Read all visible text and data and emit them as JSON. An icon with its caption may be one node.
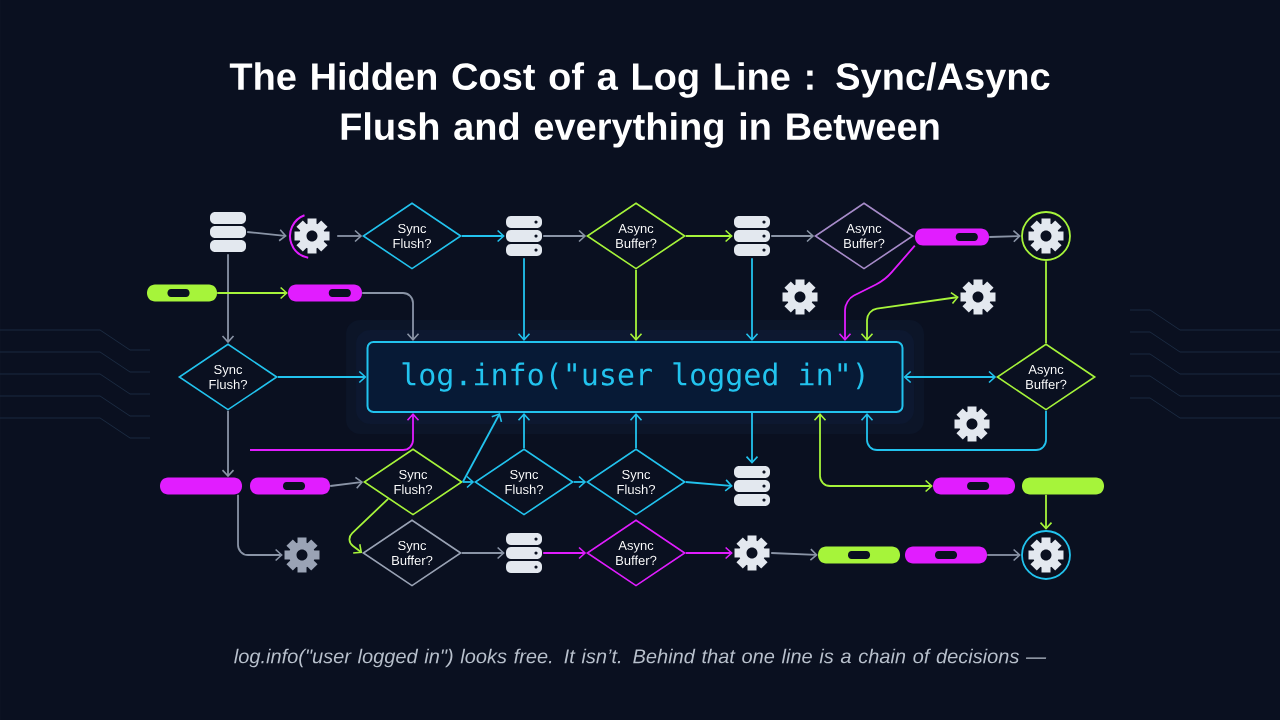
{
  "diagram": {
    "title": "The Hidden Cost of a Log Line : Sync/Async Flush and everything in Between",
    "caption": "log.info(\"user logged in\") looks free. It isn’t. Behind that one line is a chain of decisions —",
    "nodes": [
      {
        "text": [
          "log.info(\"user logged in\")"
        ]
      },
      {
        "text": [],
        "shape": "cylinder"
      },
      {
        "text": [],
        "shape": "gear"
      },
      {
        "text": [
          "Sync Flush?"
        ]
      },
      {
        "text": [],
        "shape": "cylinder"
      },
      {
        "text": [
          "Async Buffer?"
        ]
      },
      {
        "text": [],
        "shape": "cylinder"
      },
      {
        "text": [
          "Async Buffer?"
        ]
      },
      {
        "text": [],
        "shape": "bar"
      },
      {
        "text": [],
        "shape": "gear"
      },
      {
        "text": [],
        "shape": "bar"
      },
      {
        "text": [],
        "shape": "bar"
      },
      {
        "text": [],
        "shape": "gear"
      },
      {
        "text": [],
        "shape": "gear"
      },
      {
        "text": [
          "Sync Flush?"
        ]
      },
      {
        "text": [
          "Async Buffer?"
        ]
      },
      {
        "text": [],
        "shape": "gear"
      },
      {
        "text": [],
        "shape": "bar"
      },
      {
        "text": [],
        "shape": "bar"
      },
      {
        "text": [
          "Sync Flush?"
        ]
      },
      {
        "text": [
          "Sync Flush?"
        ]
      },
      {
        "text": [
          "Sync Flush?"
        ]
      },
      {
        "text": [],
        "shape": "cylinder"
      },
      {
        "text": [],
        "shape": "bar"
      },
      {
        "text": [],
        "shape": "bar"
      },
      {
        "text": [],
        "shape": "gear"
      },
      {
        "text": [
          "Sync Buffer?"
        ]
      },
      {
        "text": [],
        "shape": "cylinder"
      },
      {
        "text": [
          "Async Buffer?"
        ]
      },
      {
        "text": [],
        "shape": "gear"
      },
      {
        "text": [],
        "shape": "bar"
      },
      {
        "text": [],
        "shape": "bar"
      },
      {
        "text": [],
        "shape": "gear"
      }
    ],
    "edges": [
      {
        "from": 1,
        "to": 2,
        "arrow": "to"
      },
      {
        "from": 2,
        "to": 3,
        "arrow": "to"
      },
      {
        "from": 3,
        "to": 4,
        "arrow": "to",
        "color": "#22c3ee"
      },
      {
        "from": 4,
        "to": 5,
        "arrow": "to"
      },
      {
        "from": 5,
        "to": 6,
        "arrow": "to",
        "color": "#a6f43a"
      },
      {
        "from": 6,
        "to": 7,
        "arrow": "to"
      },
      {
        "from": 8,
        "to": 9,
        "arrow": "to"
      },
      {
        "from": 1,
        "to": 14,
        "arrow": "to"
      },
      {
        "from": 10,
        "to": 11,
        "arrow": "to",
        "color": "#a6f43a"
      },
      {
        "from": 11,
        "to": 0,
        "arrow": "to"
      },
      {
        "from": 4,
        "to": 0,
        "arrow": "to",
        "color": "#22c3ee"
      },
      {
        "from": 5,
        "to": 0,
        "arrow": "to",
        "color": "#a6f43a"
      },
      {
        "from": 6,
        "to": 0,
        "arrow": "to",
        "color": "#22c3ee"
      },
      {
        "from": 8,
        "to": 0,
        "arrow": "to",
        "color": "#e11dff"
      },
      {
        "from": 13,
        "to": 0,
        "arrow": "both",
        "color": "#a6f43a"
      },
      {
        "from": 9,
        "to": 15,
        "arrow": "none",
        "color": "#a6f43a"
      },
      {
        "from": 14,
        "to": 0,
        "arrow": "to",
        "color": "#22c3ee"
      },
      {
        "from": 15,
        "to": 0,
        "arrow": "both",
        "color": "#22c3ee"
      },
      {
        "from": 15,
        "to": 0,
        "arrow": "to",
        "color": "#22c3ee"
      },
      {
        "from": 14,
        "to": 17,
        "arrow": "to"
      },
      {
        "from": 17,
        "to": 25,
        "arrow": "to"
      },
      {
        "from": null,
        "to": 0,
        "arrow": "to",
        "color": "#e11dff"
      },
      {
        "from": 18,
        "to": 19,
        "arrow": "to"
      },
      {
        "from": 19,
        "to": 0,
        "arrow": "to",
        "color": "#22c3ee"
      },
      {
        "from": 19,
        "to": 20,
        "arrow": "to",
        "color": "#22c3ee"
      },
      {
        "from": 20,
        "to": 0,
        "arrow": "to",
        "color": "#22c3ee"
      },
      {
        "from": 20,
        "to": 21,
        "arrow": "to",
        "color": "#22c3ee"
      },
      {
        "from": 21,
        "to": 0,
        "arrow": "to",
        "color": "#22c3ee"
      },
      {
        "from": 21,
        "to": 22,
        "arrow": "to",
        "color": "#22c3ee"
      },
      {
        "from": 0,
        "to": 22,
        "arrow": "to",
        "color": "#22c3ee"
      },
      {
        "from": 19,
        "to": 26,
        "arrow": "to",
        "color": "#a6f43a"
      },
      {
        "from": 26,
        "to": 27,
        "arrow": "to"
      },
      {
        "from": 27,
        "to": 28,
        "arrow": "to",
        "color": "#e11dff"
      },
      {
        "from": 28,
        "to": 29,
        "arrow": "to",
        "color": "#e11dff"
      },
      {
        "from": 29,
        "to": 30,
        "arrow": "to"
      },
      {
        "from": 31,
        "to": 32,
        "arrow": "to"
      },
      {
        "from": 0,
        "to": 23,
        "arrow": "both",
        "color": "#a6f43a"
      },
      {
        "from": 24,
        "to": 32,
        "arrow": "to",
        "color": "#a6f43a"
      }
    ]
  }
}
